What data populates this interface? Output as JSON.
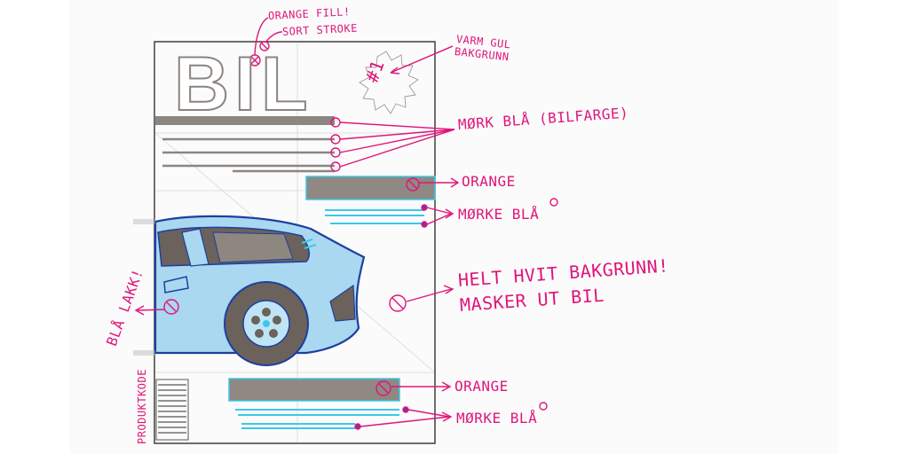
{
  "masthead": {
    "title": "BIL",
    "issue_badge": "#1"
  },
  "notes": {
    "orange_fill": "ORANGE FILL!",
    "black_stroke": "SORT STROKE",
    "warm_yellow_bg": "VARM GUL",
    "warm_yellow_bg_2": "BAKGRUNN",
    "dark_blue_car_color": "MØRK BLÅ (BILFARGE)",
    "orange_1": "ORANGE",
    "dark_blue_1": "MØRKE BLÅ",
    "white_bg_1": "HELT HVIT BAKGRUNN!",
    "white_bg_2": "MASKER UT BIL",
    "blue_paint": "BLÅ LAKK!",
    "product_code": "PRODUKTKODE",
    "orange_2": "ORANGE",
    "dark_blue_2": "MØRKE BLÅ"
  },
  "colors": {
    "annotation": "#e0157a",
    "frame": "#333333",
    "grey_bar": "#8c8580",
    "cyan": "#3cc8e8",
    "car_blue": "#a9d8f0",
    "car_outline": "#1e3fa0",
    "car_dark": "#6b625c"
  }
}
